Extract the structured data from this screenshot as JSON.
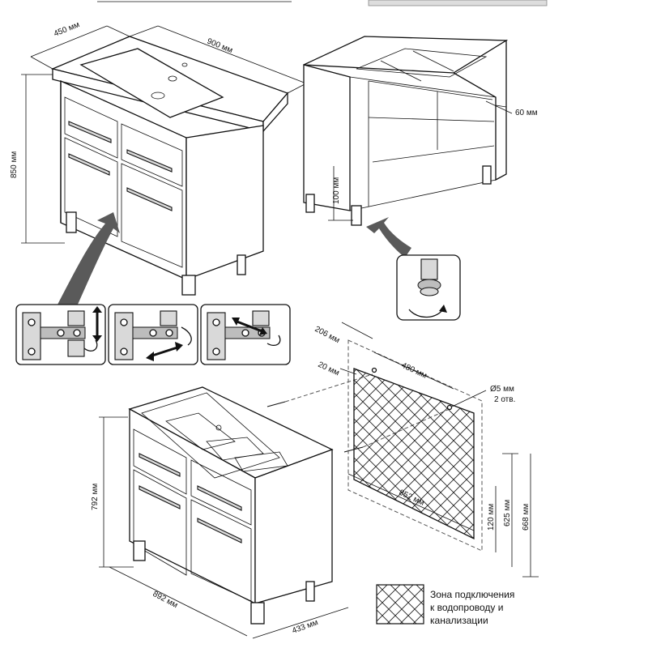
{
  "dimensions": {
    "top_depth": "450 мм",
    "top_width": "900 мм",
    "top_height": "850 мм",
    "back_offset": "60 мм",
    "leg_height": "100 мм",
    "mount_left": "206 мм",
    "mount_edge": "20 мм",
    "hole_spacing": "480 мм",
    "hole_diameter": "Ø5 мм",
    "hole_count": "2 отв.",
    "zone_width": "852 мм",
    "zone_bottom": "120 мм",
    "zone_top": "625 мм",
    "total_height": "668 мм",
    "cabinet_height": "792 мм",
    "cabinet_width": "892 мм",
    "cabinet_depth": "433 мм"
  },
  "legend": {
    "line1": "Зона подключения",
    "line2": "к водопроводу и",
    "line3": "канализации"
  }
}
